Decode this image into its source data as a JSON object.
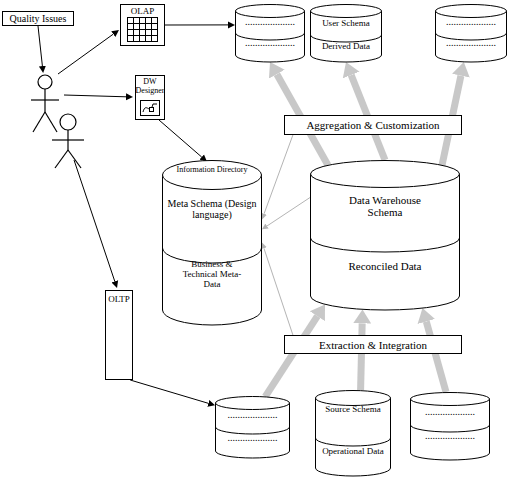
{
  "diagram": {
    "nodes": [
      {
        "text": [
          "Quality Issues"
        ]
      },
      {
        "text": [
          "OLAP"
        ]
      },
      {
        "text": [
          "....................",
          "...................."
        ]
      },
      {
        "text": [
          "User Schema",
          "Derived Data"
        ]
      },
      {
        "text": [
          "....................",
          "...................."
        ]
      },
      {
        "text": [
          "DW Designer"
        ]
      },
      {
        "text": [
          "Aggregation & Customization"
        ]
      },
      {
        "text": [
          "Information Directory",
          "Meta Schema (Design language)",
          "Business & Technical Meta-Data"
        ]
      },
      {
        "text": [
          "Data Warehouse Schema",
          "Reconciled Data"
        ]
      },
      {
        "text": [
          "OLTP"
        ]
      },
      {
        "text": [
          "Extraction & Integration"
        ]
      },
      {
        "text": [
          "....................",
          "...................."
        ]
      },
      {
        "text": [
          "Source Schema",
          "Operational Data"
        ]
      },
      {
        "text": [
          "....................",
          "...................."
        ]
      }
    ],
    "edges": [
      {
        "from": 1,
        "to": 2,
        "arrow": "to"
      },
      {
        "from": 5,
        "to": 7,
        "arrow": "to"
      },
      {
        "from": 9,
        "to": 11,
        "arrow": "to"
      },
      {
        "from": 11,
        "to": 8,
        "arrow": "to"
      },
      {
        "from": 12,
        "to": 8,
        "arrow": "to"
      },
      {
        "from": 13,
        "to": 8,
        "arrow": "to"
      },
      {
        "from": 8,
        "to": 2,
        "arrow": "to"
      },
      {
        "from": 8,
        "to": 3,
        "arrow": "to"
      },
      {
        "from": 8,
        "to": 4,
        "arrow": "to"
      },
      {
        "from": 6,
        "to": 7,
        "arrow": "to"
      },
      {
        "from": 8,
        "to": 7,
        "arrow": "to"
      },
      {
        "from": 10,
        "to": 7,
        "arrow": "to"
      }
    ]
  }
}
